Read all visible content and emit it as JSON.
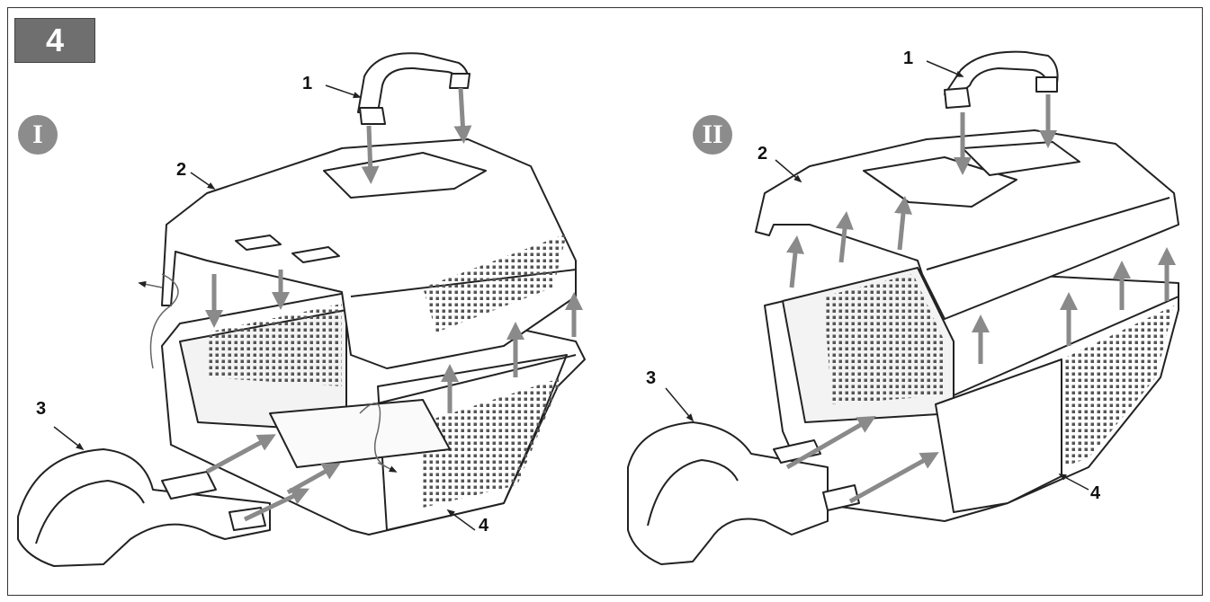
{
  "step": {
    "number": "4"
  },
  "variants": {
    "first": "I",
    "second": "II"
  },
  "callouts": {
    "left": {
      "handle": "1",
      "lid": "2",
      "front_cover": "3",
      "basket": "4"
    },
    "right": {
      "handle": "1",
      "lid": "2",
      "front_cover": "3",
      "basket": "4"
    }
  },
  "colors": {
    "badge": "#6f6f6f",
    "variant_circle": "#8c8c8c",
    "arrow": "#8a8a8a",
    "line": "#222222"
  }
}
